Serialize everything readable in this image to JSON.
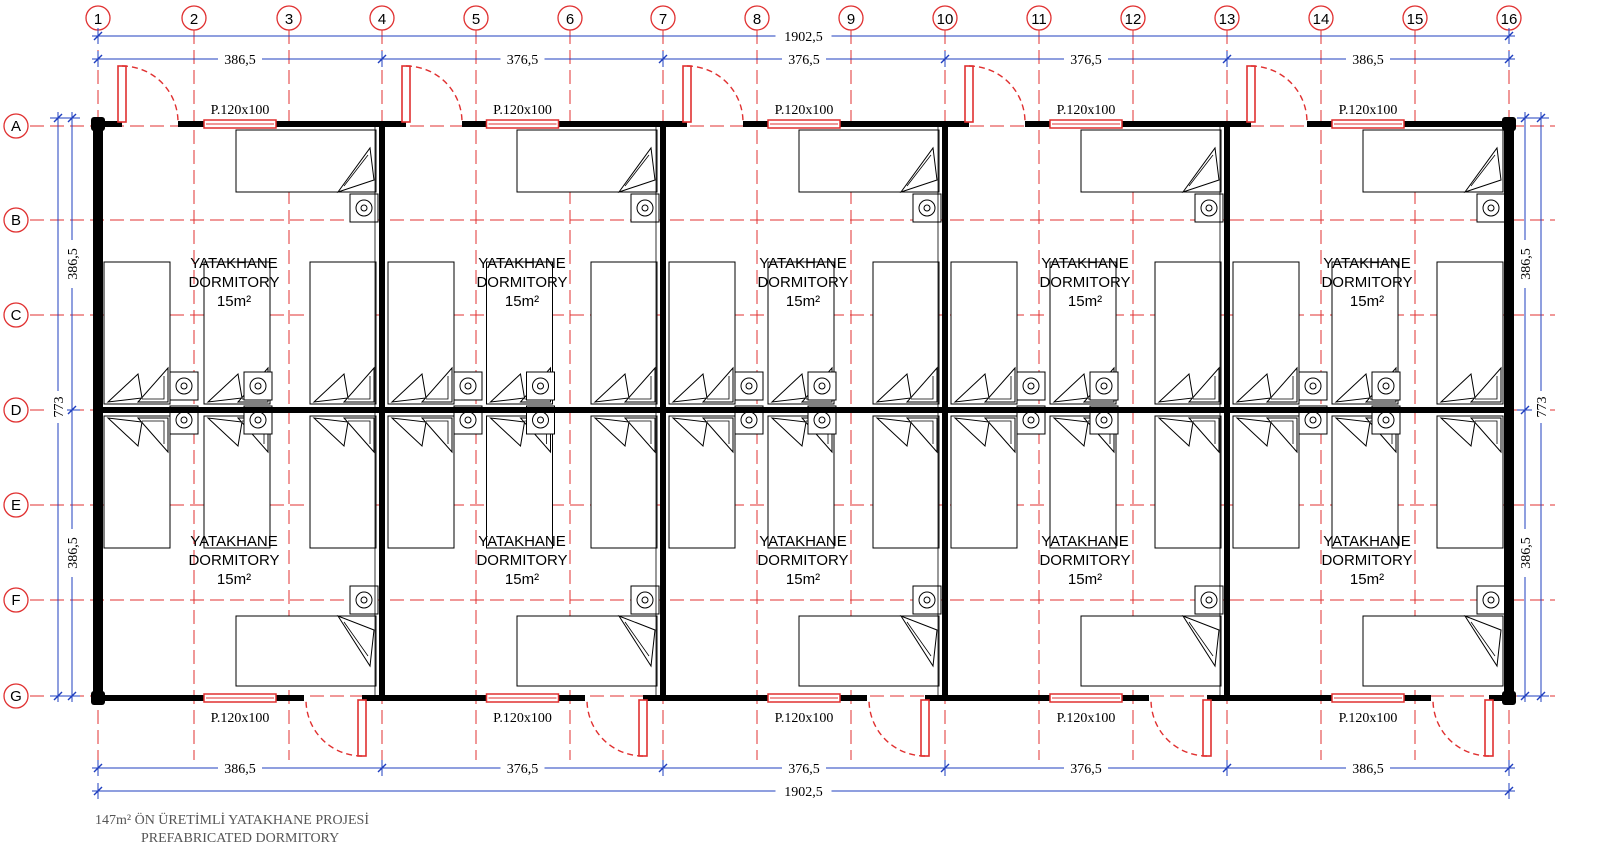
{
  "drawing": {
    "column_axes": [
      "1",
      "2",
      "3",
      "4",
      "5",
      "6",
      "7",
      "8",
      "9",
      "10",
      "11",
      "12",
      "13",
      "14",
      "15",
      "16"
    ],
    "row_axes": [
      "A",
      "B",
      "C",
      "D",
      "E",
      "F",
      "G"
    ],
    "dim_top_total": "1902,5",
    "dim_top_segments": [
      "386,5",
      "376,5",
      "376,5",
      "376,5",
      "386,5"
    ],
    "dim_bottom_total": "1902,5",
    "dim_bottom_segments": [
      "386,5",
      "376,5",
      "376,5",
      "376,5",
      "386,5"
    ],
    "dim_left_total": "773",
    "dim_left_segments": [
      "386,5",
      "386,5"
    ],
    "dim_right_total": "773",
    "dim_right_segments": [
      "386,5",
      "386,5"
    ],
    "window_label": "P.120x100",
    "room_name_tr": "YATAKHANE",
    "room_name_en": "DORMITORY",
    "room_area": "15m²",
    "colors": {
      "axis": "#e03030",
      "dimension": "#1f3fbf",
      "wall": "#000000",
      "door": "#e03030"
    }
  },
  "caption": {
    "line1": "147m² ÖN ÜRETİMLİ YATAKHANE PROJESİ",
    "line2": "PREFABRICATED DORMITORY"
  }
}
